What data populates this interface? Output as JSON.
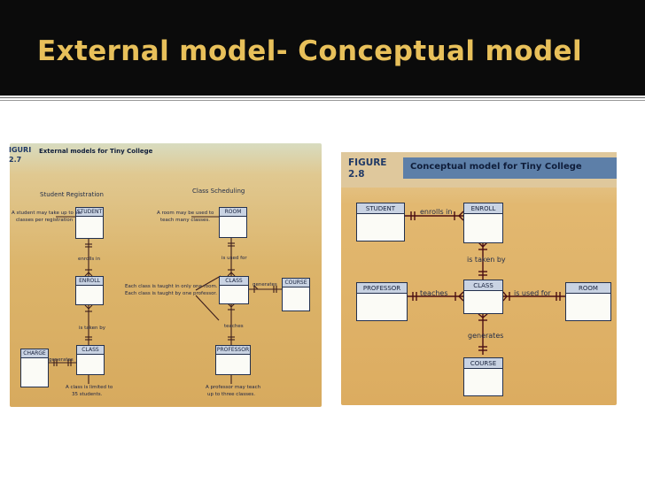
{
  "slide": {
    "title": "External model- Conceptual model",
    "colors": {
      "title_bar": "#0b0b0b",
      "title_text": "#e8c05a",
      "panel": "#dcb46a"
    }
  },
  "left_figure": {
    "figure_label_1": "IGURI",
    "figure_label_2": "2.7",
    "caption": "External models for Tiny College",
    "sections": {
      "left": "Student Registration",
      "right": "Class Scheduling"
    },
    "entities": {
      "student": "STUDENT",
      "enroll": "ENROLL",
      "class_left": "CLASS",
      "charge": "CHARGE",
      "room": "ROOM",
      "class_right": "CLASS",
      "course": "COURSE",
      "professor": "PROFESSOR"
    },
    "relationships": {
      "enrolls_in": "enrolls in",
      "is_taken_by": "is taken by",
      "generates_left": "generates",
      "is_used_for": "is used for",
      "generates_right": "generates",
      "teaches": "teaches"
    },
    "notes": {
      "student_rule_1": "A student may take up to six",
      "student_rule_2": "classes per registration",
      "room_rule_1": "A room may be used to",
      "room_rule_2": "teach many classes.",
      "class_rule_1": "Each class is taught in only one room.",
      "class_rule_2": "Each class is taught by one professor.",
      "class_limit_1": "A class is limited to",
      "class_limit_2": "35 students.",
      "prof_rule_1": "A professor may teach",
      "prof_rule_2": "up to three classes."
    }
  },
  "right_figure": {
    "figure_label_1": "FIGURE",
    "figure_label_2": "2.8",
    "caption": "Conceptual model for Tiny College",
    "entities": {
      "student": "STUDENT",
      "enroll": "ENROLL",
      "professor": "PROFESSOR",
      "class": "CLASS",
      "room": "ROOM",
      "course": "COURSE"
    },
    "relationships": {
      "enrolls_in": "enrolls in",
      "is_taken_by": "is taken by",
      "teaches": "teaches",
      "is_used_for": "is used for",
      "generates": "generates"
    }
  }
}
